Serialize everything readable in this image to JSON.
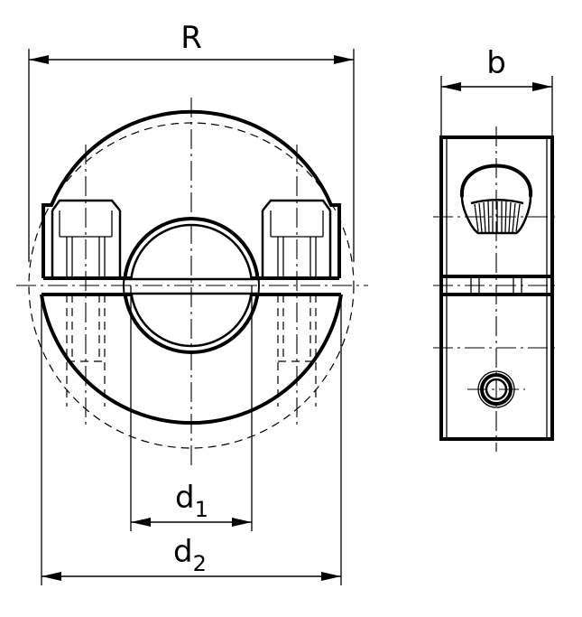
{
  "labels": {
    "R": "R",
    "b": "b",
    "d1_main": "d",
    "d1_sub": "1",
    "d2_main": "d",
    "d2_sub": "2"
  }
}
